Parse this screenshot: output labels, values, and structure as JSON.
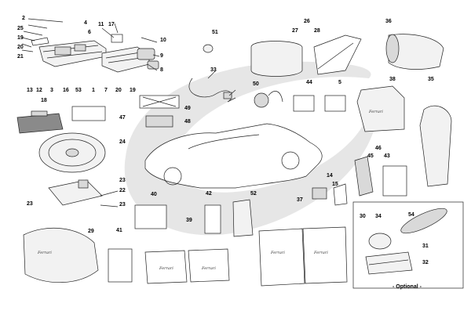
{
  "diagram": {
    "labels": {
      "n2": "2",
      "n4": "4",
      "n25": "25",
      "n6": "6",
      "n19": "19",
      "n20a": "20",
      "n21": "21",
      "n11": "11",
      "n17": "17",
      "n10": "10",
      "n9": "9",
      "n8": "8",
      "n13": "13",
      "n12": "12",
      "n3": "3",
      "n16": "16",
      "n53": "53",
      "n1": "1",
      "n7": "7",
      "n20b": "20",
      "n19b": "19",
      "n51": "51",
      "n33": "33",
      "n50": "50",
      "n44": "44",
      "n5": "5",
      "n26": "26",
      "n27": "27",
      "n28": "28",
      "n36": "36",
      "n38": "38",
      "n35": "35",
      "n18": "18",
      "n47": "47",
      "n49": "49",
      "n48": "48",
      "n24": "24",
      "n23a": "23",
      "n22": "22",
      "n23b": "23",
      "n23c": "23",
      "n40": "40",
      "n42": "42",
      "n52": "52",
      "n37": "37",
      "n14": "14",
      "n15": "15",
      "n46": "46",
      "n45": "45",
      "n43": "43",
      "n29": "29",
      "n41": "41",
      "n39": "39",
      "n30": "30",
      "n34": "34",
      "n54": "54",
      "n31": "31",
      "n32": "32"
    },
    "optional_label": "- Optional -",
    "brand_text": "Ferrari",
    "colors": {
      "swoosh": "#e6e6e6",
      "line": "#222222",
      "fill_light": "#f2f2f2",
      "fill_mid": "#d9d9d9",
      "fill_dark": "#8a8a8a"
    }
  }
}
